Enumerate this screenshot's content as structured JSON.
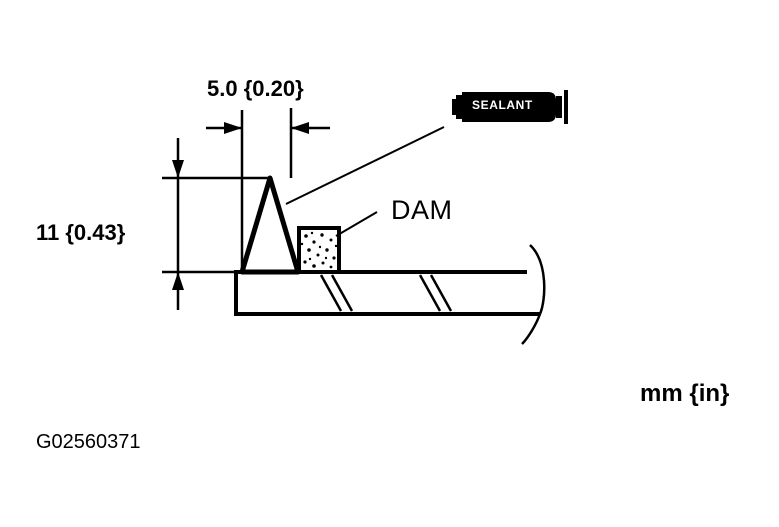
{
  "labels": {
    "dam_width": "5.0 {0.20}",
    "sealant_height": "11 {0.43}",
    "dam": "DAM",
    "sealant": "SEALANT",
    "units": "mm {in}",
    "figure_id": "G02560371"
  },
  "colors": {
    "ink": "#000000",
    "paper": "#ffffff"
  },
  "icons": [
    "sealant-tube-icon"
  ]
}
